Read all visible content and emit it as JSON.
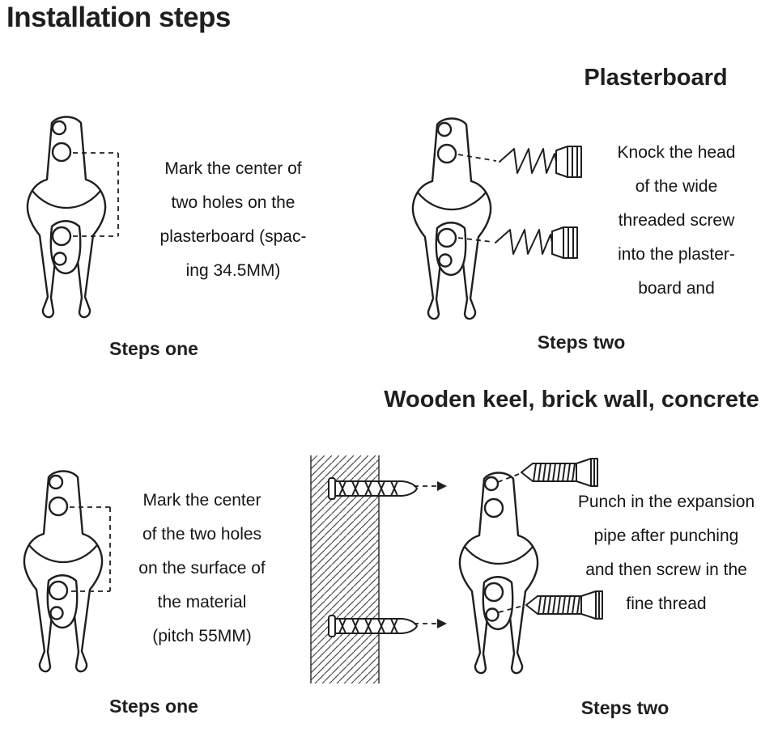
{
  "colors": {
    "ink": "#1f1f1f",
    "background": "#ffffff"
  },
  "page": {
    "title": "Installation steps"
  },
  "sections": [
    {
      "heading": "Plasterboard"
    },
    {
      "heading": "Wooden keel, brick wall, concrete"
    }
  ],
  "steps": [
    {
      "id": "plasterboard-step-one",
      "caption": "Steps one",
      "lines": [
        "Mark the center of",
        "two holes on the",
        "plasterboard (spac-",
        "ing 34.5MM)"
      ]
    },
    {
      "id": "plasterboard-step-two",
      "caption": "Steps two",
      "lines": [
        "Knock the head",
        "of the wide",
        "threaded screw",
        "into the plaster-",
        "board and"
      ]
    },
    {
      "id": "wall-step-one",
      "caption": "Steps one",
      "lines": [
        "Mark the center",
        "of the two holes",
        "on the surface of",
        "the material",
        "(pitch 55MM)"
      ]
    },
    {
      "id": "wall-step-two",
      "caption": "Steps two",
      "lines": [
        "Punch in the expansion",
        "pipe after punching",
        "and then screw in the",
        "fine thread"
      ]
    }
  ],
  "icons": {
    "hook": "wall-hook-outline-drawing",
    "coarse_screw": "wide-thread-screw",
    "fine_screw": "fine-thread-screw",
    "anchor": "expansion-pipe-anchor",
    "wall": "hatched-wall-cross-section"
  }
}
